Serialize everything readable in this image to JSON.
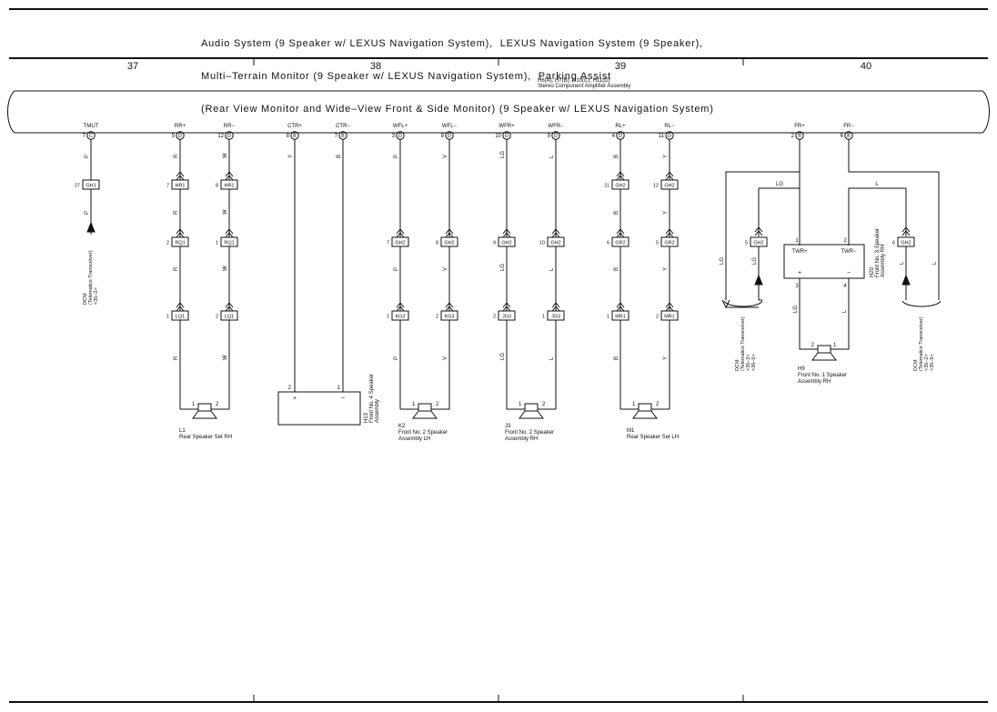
{
  "title_lines": [
    "Audio System (9 Speaker w/ LEXUS Navigation System),  LEXUS Navigation System (9 Speaker),",
    "Multi–Terrain Monitor (9 Speaker w/ LEXUS Navigation System),  Parking Assist",
    "(Rear View Monitor and Wide–View Front & Side Monitor) (9 Speaker w/ LEXUS Navigation System)"
  ],
  "columns": [
    "37",
    "38",
    "39",
    "40"
  ],
  "amplifier": {
    "code": "H6(A), H7(B), H10(C), H11(D)",
    "name": "Stereo Component Amplifier Assembly"
  },
  "terminals": [
    {
      "label": "TMUT",
      "pin": "7",
      "conn": "C"
    },
    {
      "label": "RR+",
      "pin": "5",
      "conn": "D"
    },
    {
      "label": "RR−",
      "pin": "12",
      "conn": "D"
    },
    {
      "label": "CTR+",
      "pin": "8",
      "conn": "B"
    },
    {
      "label": "CTR−",
      "pin": "7",
      "conn": "B"
    },
    {
      "label": "WFL+",
      "pin": "3",
      "conn": "D"
    },
    {
      "label": "WFL−",
      "pin": "8",
      "conn": "D"
    },
    {
      "label": "WFR+",
      "pin": "10",
      "conn": "D"
    },
    {
      "label": "WFR−",
      "pin": "9",
      "conn": "D"
    },
    {
      "label": "RL+",
      "pin": "4",
      "conn": "D"
    },
    {
      "label": "RL−",
      "pin": "11",
      "conn": "D"
    },
    {
      "label": "FR+",
      "pin": "2",
      "conn": "B"
    },
    {
      "label": "FR−",
      "pin": "6",
      "conn": "B"
    }
  ],
  "wire_colors": {
    "tmut": "P",
    "rrp": "R",
    "rrm": "W",
    "ctrp": "Y",
    "ctrm": "B",
    "wflp": "P",
    "wflm": "V",
    "wfrp": "LG",
    "wfrm": "L",
    "rlp": "B",
    "rlm": "Y",
    "frp": "LG",
    "frm": "L"
  },
  "connectors": {
    "gh1": {
      "pin": "27",
      "name": "GH1"
    },
    "hr1a": {
      "pin": "7",
      "name": "HR1"
    },
    "hr1b": {
      "pin": "8",
      "name": "HR1"
    },
    "rq1a": {
      "pin": "2",
      "name": "RQ1"
    },
    "rq1b": {
      "pin": "1",
      "name": "RQ1"
    },
    "lq1a": {
      "pin": "1",
      "name": "LQ1"
    },
    "lq1b": {
      "pin": "2",
      "name": "LQ1"
    },
    "gh2a": {
      "pin": "7",
      "name": "GH2"
    },
    "gh2b": {
      "pin": "8",
      "name": "GH2"
    },
    "kg3a": {
      "pin": "1",
      "name": "KG3"
    },
    "kg3b": {
      "pin": "2",
      "name": "KG3"
    },
    "gh2c": {
      "pin": "9",
      "name": "GH2"
    },
    "gh2d": {
      "pin": "10",
      "name": "GH2"
    },
    "jg3a": {
      "pin": "2",
      "name": "JG3"
    },
    "jg3b": {
      "pin": "1",
      "name": "JG3"
    },
    "gh2e": {
      "pin": "11",
      "name": "GH2"
    },
    "gh2f": {
      "pin": "12",
      "name": "GH2"
    },
    "gr2a": {
      "pin": "6",
      "name": "GR2"
    },
    "gr2b": {
      "pin": "5",
      "name": "GR2"
    },
    "mr1a": {
      "pin": "1",
      "name": "MR1"
    },
    "mr1b": {
      "pin": "2",
      "name": "MR1"
    },
    "gh2g": {
      "pin": "5",
      "name": "GH2"
    },
    "gh2h": {
      "pin": "6",
      "name": "GH2"
    }
  },
  "speakers": {
    "l1": {
      "code": "L1",
      "name": "Rear Speaker Set RH"
    },
    "h13": {
      "code": "H13",
      "line1": "Front No. 4 Speaker",
      "line2": "Assembly"
    },
    "k2": {
      "code": "K2",
      "line1": "Front No. 2 Speaker",
      "line2": "Assembly LH"
    },
    "j3": {
      "code": "J3",
      "line1": "Front No. 2 Speaker",
      "line2": "Assembly RH"
    },
    "m1": {
      "code": "M1",
      "name": "Rear Speaker Set LH"
    },
    "h9": {
      "code": "H9",
      "line1": "Front No. 1 Speaker",
      "line2": "Assembly RH"
    },
    "h20": {
      "code": "H20",
      "line1": "Front No. 3 Speaker",
      "line2": "Assembly RH",
      "twr_p": "TWR+",
      "twr_m": "TWR−",
      "plus": "+",
      "minus": "−"
    }
  },
  "dcm": {
    "line1": "DCM",
    "line2": "(Telematics Transceiver)",
    "line3": "<35–2>",
    "line4": "<35–5>"
  },
  "pins": {
    "one": "1",
    "two": "2",
    "three": "3",
    "four": "4",
    "plus": "+",
    "minus": "−"
  }
}
